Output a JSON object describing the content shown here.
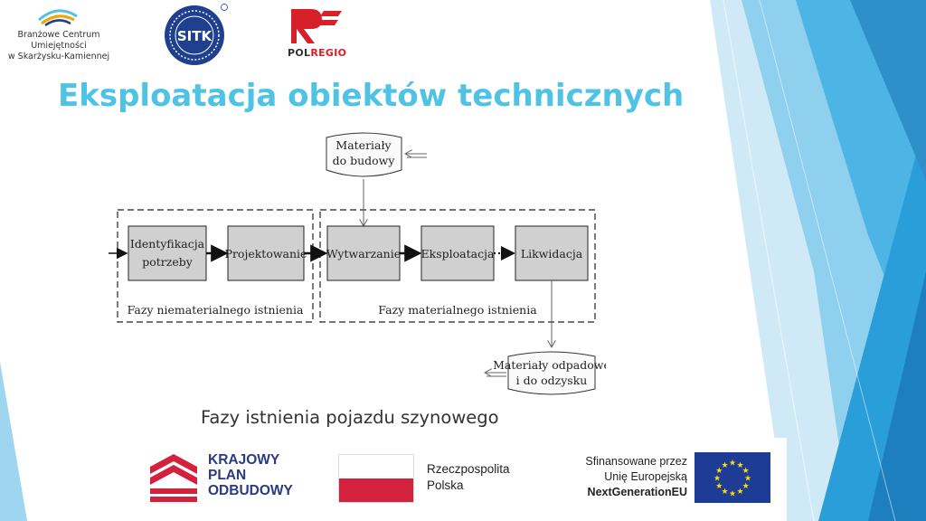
{
  "header": {
    "logo_bcu": {
      "lines": [
        "Branżowe Centrum",
        "Umiejętności",
        "w Skarżysku-Kamiennej"
      ]
    },
    "logo_sitk": {
      "text": "SITK"
    },
    "logo_polregio": {
      "text_a": "POL",
      "text_b": "REGIO"
    }
  },
  "title": "Eksploatacja obiektów technicznych",
  "diagram": {
    "nodes": {
      "materials_in": [
        "Materiały",
        "do budowy"
      ],
      "identification": [
        "Identyfikacja",
        "potrzeby"
      ],
      "design": "Projektowanie",
      "manufacturing": "Wytwarzanie",
      "operation": "Eksploatacja",
      "liquidation": "Likwidacja",
      "materials_out": [
        "Materiały odpadowe",
        "i do odzysku"
      ]
    },
    "groups": {
      "immaterial": "Fazy niematerialnego istnienia",
      "material": "Fazy materialnego istnienia"
    }
  },
  "caption": "Fazy istnienia pojazdu szynowego",
  "footer": {
    "kpo": {
      "lines": [
        "KRAJOWY",
        "PLAN",
        "ODBUDOWY"
      ]
    },
    "rp": {
      "lines": [
        "Rzeczpospolita",
        "Polska"
      ]
    },
    "eu": {
      "line1": "Sfinansowane przez",
      "line2": "Unię Europejską",
      "line3": "NextGenerationEU"
    }
  },
  "colors": {
    "title": "#4ec3e6",
    "kpo_text": "#2a3a83",
    "kpo_red": "#d4213d",
    "eu_blue": "#1e3c96",
    "eu_star": "#ffdd00",
    "flag_red": "#d4213d",
    "polregio_red": "#d6202a",
    "sitk_blue": "#1f3f8f"
  },
  "icons": [
    "bcu-logo-icon",
    "sitk-seal-icon",
    "polregio-logo-icon",
    "kpo-logo-icon",
    "polish-flag-icon",
    "eu-flag-icon"
  ]
}
